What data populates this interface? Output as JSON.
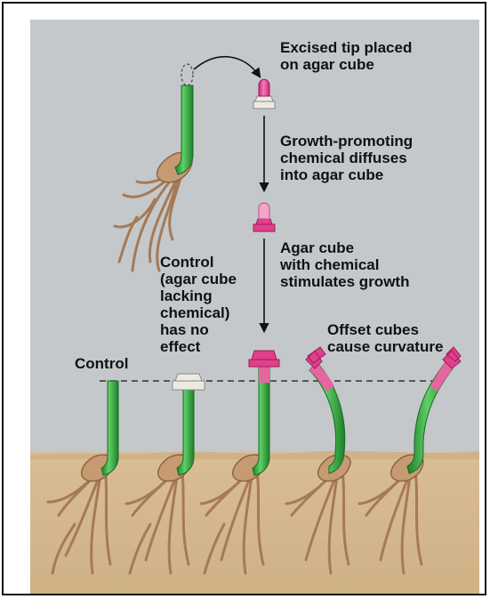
{
  "labels": {
    "excised": "Excised tip placed\non agar cube",
    "diffuses": "Growth-promoting\nchemical diffuses\ninto agar cube",
    "stimulates": "Agar cube\nwith chemical\nstimulates growth",
    "control_long": "Control\n(agar cube\nlacking\nchemical)\nhas no\neffect",
    "offset": "Offset cubes\ncause curvature",
    "control": "Control"
  },
  "colors": {
    "sky": "#c4c8ca",
    "soil": "#d6b98f",
    "stem": "#3fb84a",
    "stem_dark": "#1f7f2b",
    "chem": "#e0408a",
    "cube_plain": "#ecebdf",
    "roots": "#b78b66"
  }
}
